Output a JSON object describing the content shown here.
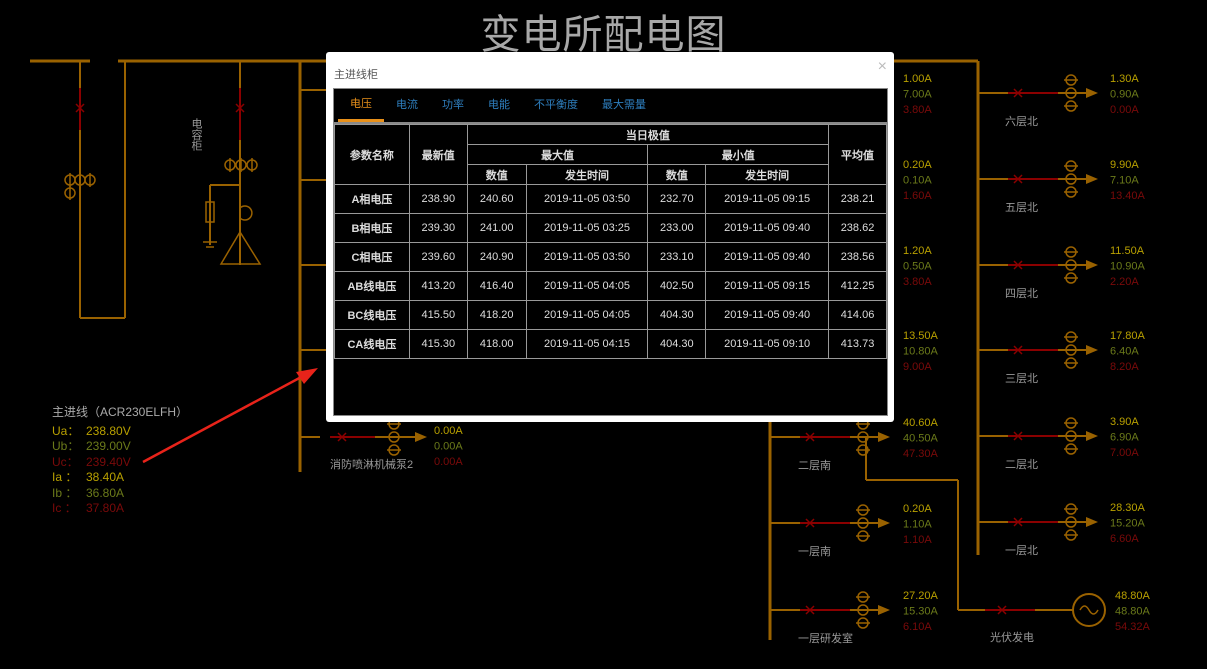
{
  "page_title": "变电所配电图",
  "capacitor_label": "电容柜",
  "colors": {
    "bus": "#9a6200",
    "breaker": "#8b0000",
    "v1": "#b8a000",
    "v2": "#6b7a1a",
    "v3": "#7a0a0a"
  },
  "meter": {
    "title": "主进线（ACR230ELFH）",
    "rows": [
      {
        "label": "Ua：",
        "value": "238.80V"
      },
      {
        "label": "Ub：",
        "value": "239.00V"
      },
      {
        "label": "Uc：",
        "value": "239.40V"
      },
      {
        "label": "Ia ：",
        "value": "38.40A"
      },
      {
        "label": "Ib ：",
        "value": "36.80A"
      },
      {
        "label": "Ic ：",
        "value": "37.80A"
      }
    ]
  },
  "left_branch": {
    "label": "消防喷淋机械泵2",
    "values": [
      "0.00A",
      "0.00A",
      "0.00A"
    ]
  },
  "hidden_branch_values": [
    [
      "1.00A",
      "7.00A",
      "3.80A"
    ],
    [
      "0.20A",
      "0.10A",
      "1.60A"
    ],
    [
      "1.20A",
      "0.50A",
      "3.80A"
    ],
    [
      "13.50A",
      "10.80A",
      "9.00A"
    ]
  ],
  "south_branches": [
    {
      "label": "二层南",
      "values": [
        "40.60A",
        "40.50A",
        "47.30A"
      ]
    },
    {
      "label": "一层南",
      "values": [
        "0.20A",
        "1.10A",
        "1.10A"
      ]
    },
    {
      "label": "一层研发室",
      "values": [
        "27.20A",
        "15.30A",
        "6.10A"
      ]
    }
  ],
  "north_branches": [
    {
      "label": "六层北",
      "values": [
        "1.30A",
        "0.90A",
        "0.00A"
      ]
    },
    {
      "label": "五层北",
      "values": [
        "9.90A",
        "7.10A",
        "13.40A"
      ]
    },
    {
      "label": "四层北",
      "values": [
        "11.50A",
        "10.90A",
        "2.20A"
      ]
    },
    {
      "label": "三层北",
      "values": [
        "17.80A",
        "6.40A",
        "8.20A"
      ]
    },
    {
      "label": "二层北",
      "values": [
        "3.90A",
        "6.90A",
        "7.00A"
      ]
    },
    {
      "label": "一层北",
      "values": [
        "28.30A",
        "15.20A",
        "6.60A"
      ]
    }
  ],
  "pv": {
    "label": "光伏发电",
    "values": [
      "48.80A",
      "48.80A",
      "54.32A"
    ]
  },
  "modal": {
    "title": "主进线柜",
    "close": "×",
    "tabs": [
      "电压",
      "电流",
      "功率",
      "电能",
      "不平衡度",
      "最大需量"
    ],
    "active_tab": 0,
    "headers": {
      "name": "参数名称",
      "latest": "最新值",
      "daily": "当日极值",
      "max": "最大值",
      "min": "最小值",
      "value": "数值",
      "time": "发生时间",
      "avg": "平均值"
    },
    "rows": [
      [
        "A相电压",
        "238.90",
        "240.60",
        "2019-11-05 03:50",
        "232.70",
        "2019-11-05 09:15",
        "238.21"
      ],
      [
        "B相电压",
        "239.30",
        "241.00",
        "2019-11-05 03:25",
        "233.00",
        "2019-11-05 09:40",
        "238.62"
      ],
      [
        "C相电压",
        "239.60",
        "240.90",
        "2019-11-05 03:50",
        "233.10",
        "2019-11-05 09:40",
        "238.56"
      ],
      [
        "AB线电压",
        "413.20",
        "416.40",
        "2019-11-05 04:05",
        "402.50",
        "2019-11-05 09:15",
        "412.25"
      ],
      [
        "BC线电压",
        "415.50",
        "418.20",
        "2019-11-05 04:05",
        "404.30",
        "2019-11-05 09:40",
        "414.06"
      ],
      [
        "CA线电压",
        "415.30",
        "418.00",
        "2019-11-05 04:15",
        "404.30",
        "2019-11-05 09:10",
        "413.73"
      ]
    ]
  }
}
